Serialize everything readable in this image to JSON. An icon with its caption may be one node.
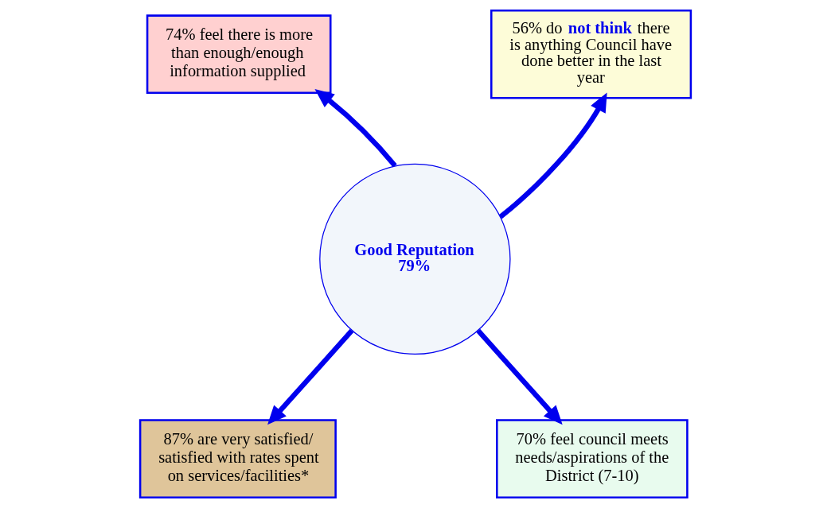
{
  "diagram": {
    "nodes": [
      {
        "text": [
          "Good Reputation",
          "79%"
        ]
      },
      {
        "text": [
          "74% feel there is more than enough/enough information supplied"
        ]
      },
      {
        "text": [
          "56% do **not think** there is anything Council have done better in the last year"
        ]
      },
      {
        "text": [
          "87% are very satisfied/ satisfied with rates spent on services/facilities*"
        ]
      },
      {
        "text": [
          "70% feel council meets needs/aspirations of the District (7-10)"
        ]
      }
    ],
    "edges": [
      {
        "from": 0,
        "to": 1,
        "arrow": "to"
      },
      {
        "from": 0,
        "to": 2,
        "arrow": "to"
      },
      {
        "from": 0,
        "to": 3,
        "arrow": "to"
      },
      {
        "from": 0,
        "to": 4,
        "arrow": "to"
      }
    ]
  }
}
